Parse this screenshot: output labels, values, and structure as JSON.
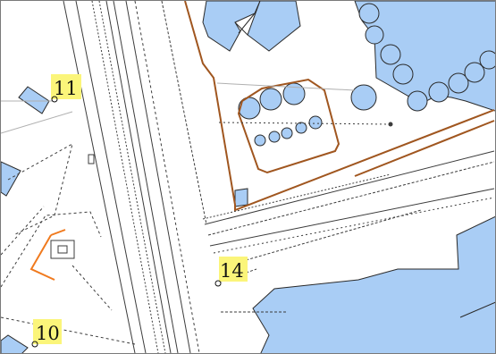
{
  "map": {
    "colors": {
      "background": "#ffffff",
      "building_fill": "#a9cdf5",
      "building_stroke": "#2a2a2a",
      "boundary_line": "#a0561f",
      "orange_line": "#f07a1e",
      "label_highlight": "#fbf57a",
      "dashed_line": "#3c3c3c"
    },
    "markers": [
      {
        "id": "11",
        "label": "11"
      },
      {
        "id": "14",
        "label": "14"
      },
      {
        "id": "10",
        "label": "10"
      }
    ]
  }
}
